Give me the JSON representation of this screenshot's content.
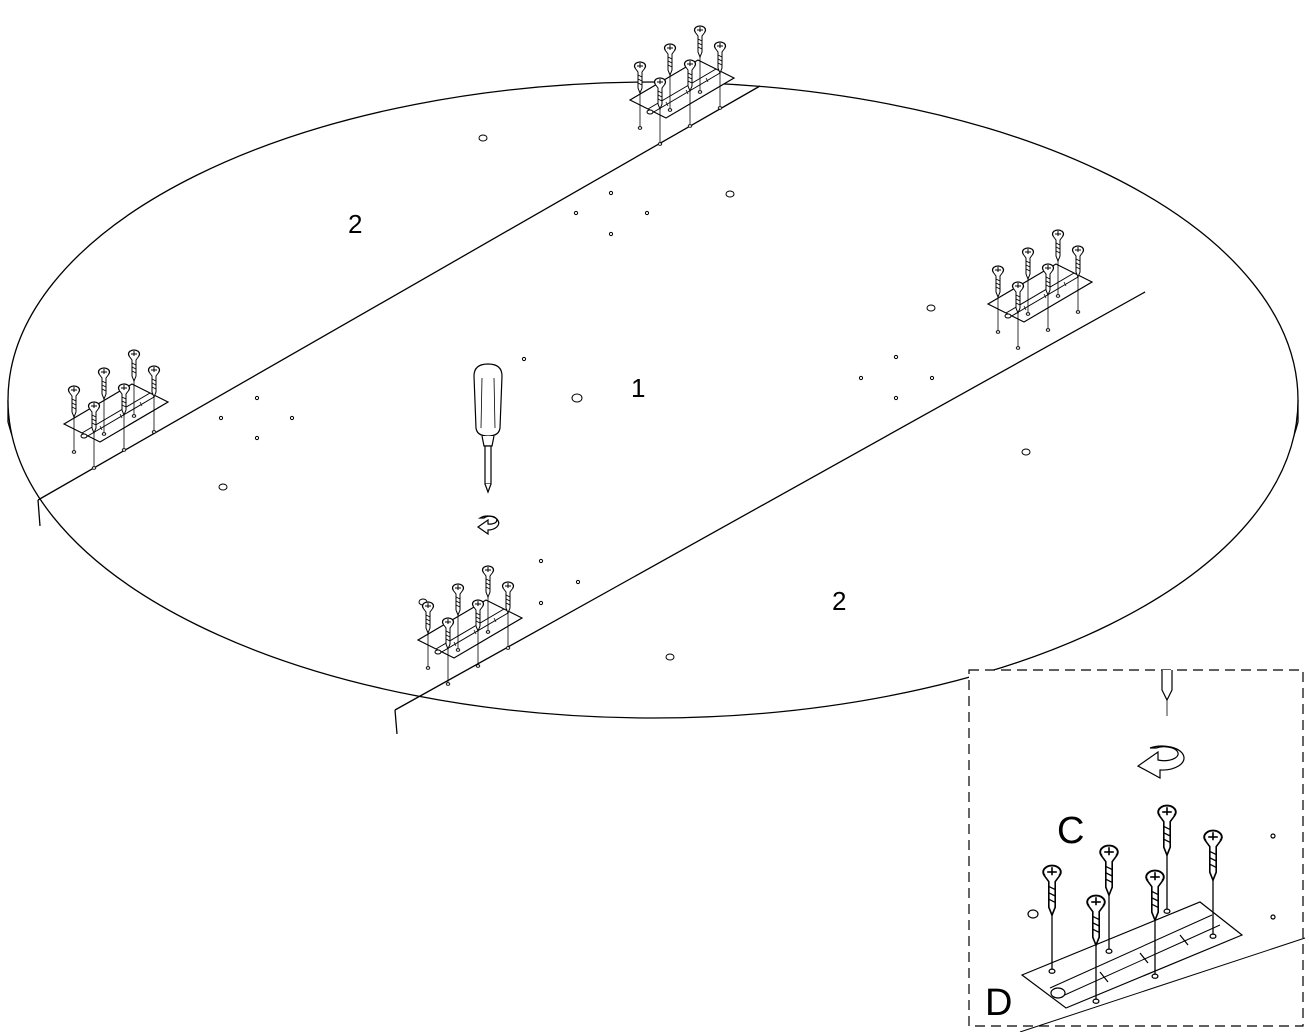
{
  "labels": {
    "panel_center": "1",
    "panel_left": "2",
    "panel_right": "2",
    "detail_screw": "C",
    "detail_hinge": "D"
  },
  "colors": {
    "stroke": "#000000",
    "background": "#ffffff"
  },
  "icons": [
    "screwdriver-icon",
    "rotate-clockwise-icon",
    "hinge-icon",
    "screw-icon"
  ]
}
